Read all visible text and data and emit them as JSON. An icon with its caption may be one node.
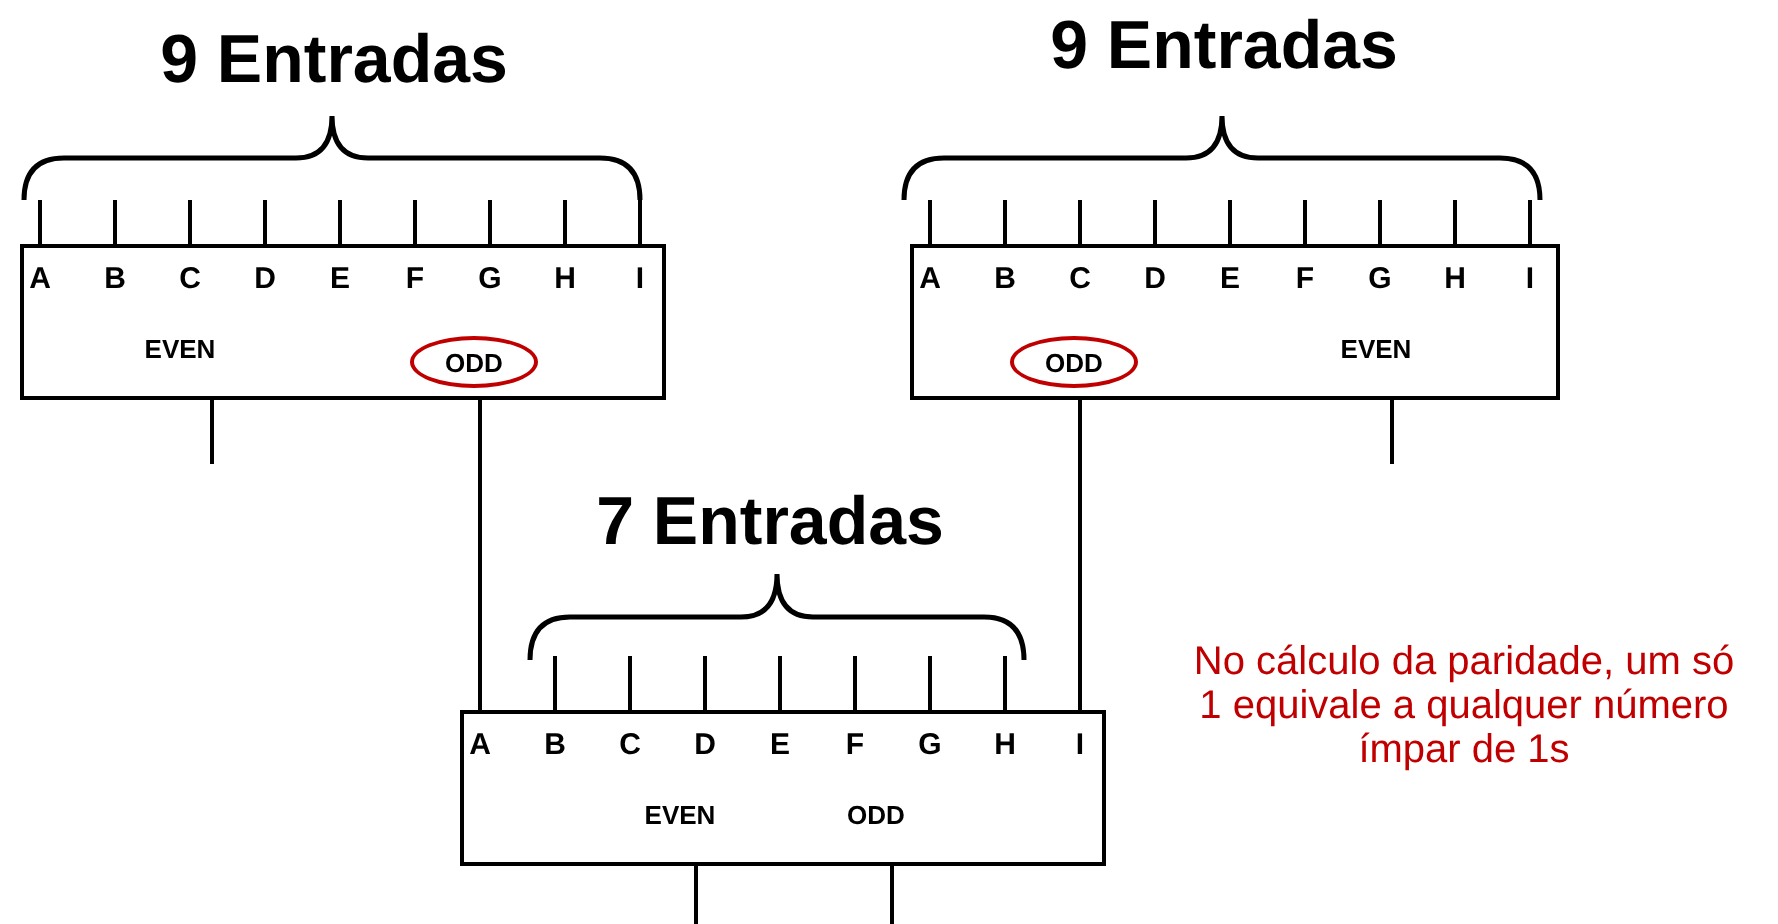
{
  "diagram": {
    "nodes": [
      {
        "text": [
          "A",
          "B",
          "C",
          "D",
          "E",
          "F",
          "G",
          "H",
          "I",
          "EVEN"
        ]
      },
      {
        "text": [
          "ODD"
        ],
        "in": 0
      },
      {
        "text": [
          "A",
          "B",
          "C",
          "D",
          "E",
          "F",
          "G",
          "H",
          "I",
          "EVEN"
        ]
      },
      {
        "text": [
          "ODD"
        ],
        "in": 2
      },
      {
        "text": [
          "A",
          "B",
          "C",
          "D",
          "E",
          "F",
          "G",
          "H",
          "I",
          "EVEN",
          "ODD"
        ]
      }
    ],
    "edges": [
      {
        "from": 1,
        "to": 4,
        "arrow": "none"
      },
      {
        "from": 3,
        "to": 4,
        "arrow": "none"
      }
    ],
    "labels": [
      "9 Entradas",
      "9 Entradas",
      "7 Entradas",
      "No cálculo da paridade, um só 1 equivale a qualquer número ímpar de 1s"
    ]
  }
}
